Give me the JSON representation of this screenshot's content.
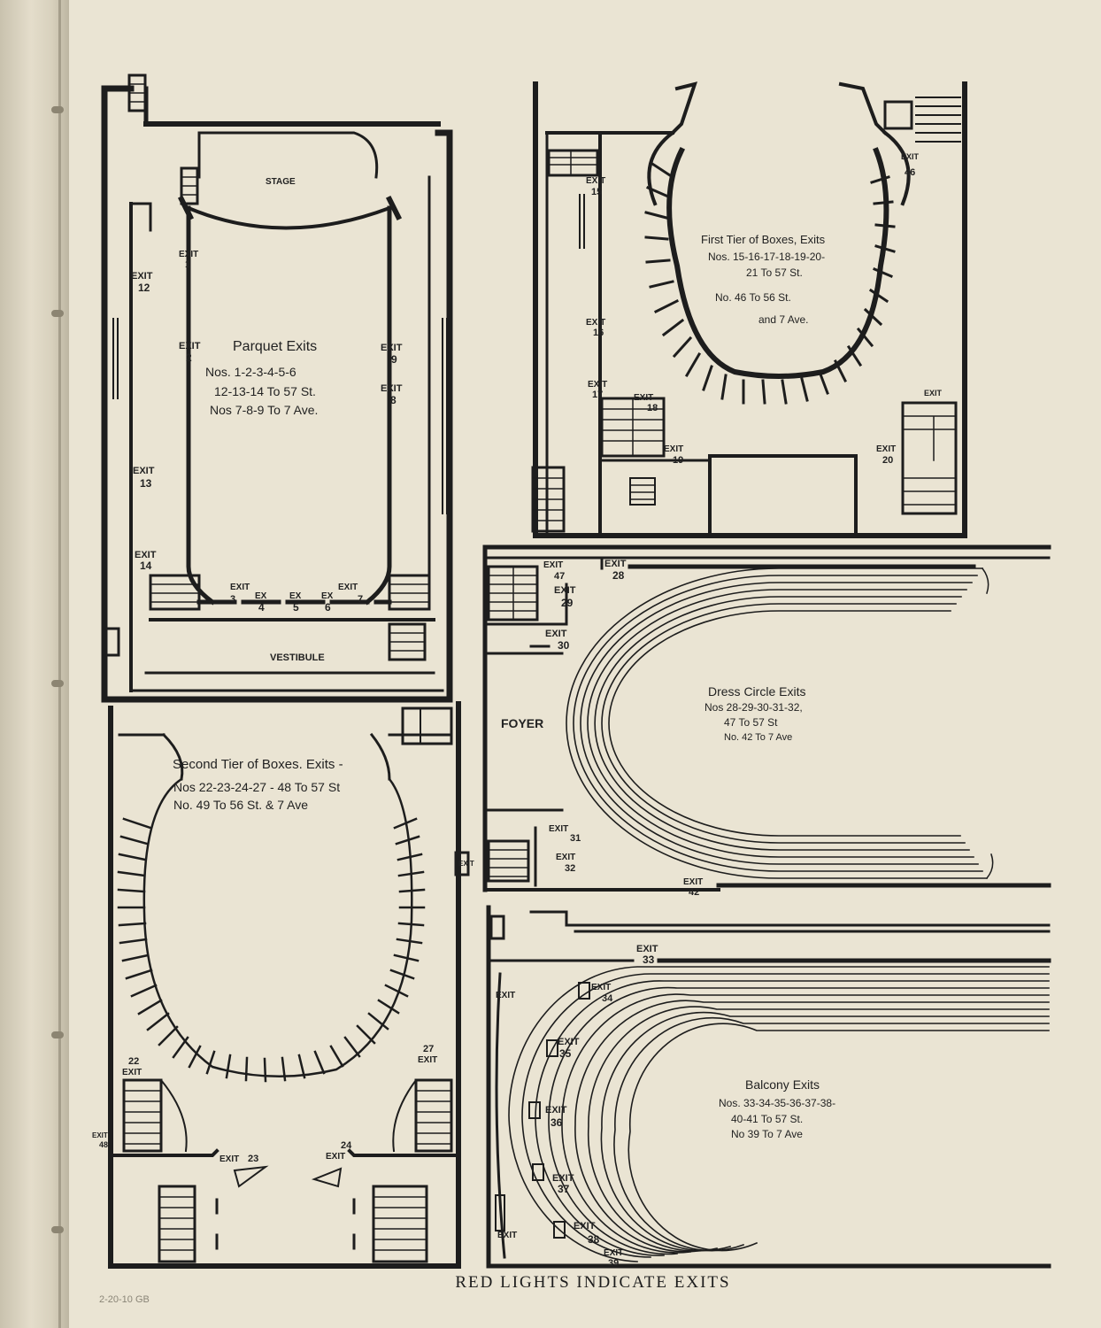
{
  "parquet": {
    "stage": "STAGE",
    "vestibule": "VESTIBULE",
    "title": "Parquet Exits",
    "line1": "Nos. 1-2-3-4-5-6",
    "line2": "12-13-14 To 57 St.",
    "line3": "Nos 7-8-9 To 7 Ave."
  },
  "first_tier": {
    "title": "First Tier of Boxes, Exits",
    "line1": "Nos. 15-16-17-18-19-20-",
    "line2": "21 To 57 St.",
    "line3": "No. 46 To 56 St.",
    "line4": "and 7 Ave."
  },
  "dress_circle": {
    "foyer": "FOYER",
    "title": "Dress Circle Exits",
    "line1": "Nos 28-29-30-31-32,",
    "line2": "47 To 57 St",
    "line3": "No. 42 To 7 Ave"
  },
  "second_tier": {
    "title": "Second Tier of Boxes. Exits -",
    "line1": "Nos 22-23-24-27 - 48 To 57 St",
    "line2": "No. 49 To 56 St. & 7 Ave"
  },
  "balcony": {
    "title": "Balcony Exits",
    "line1": "Nos. 33-34-35-36-37-38-",
    "line2": "40-41 To 57 St.",
    "line3": "No 39 To 7 Ave"
  },
  "exit_word": "EXIT",
  "ex_word": "EX",
  "exits": {
    "e1": "1",
    "e2": "2",
    "e3": "3",
    "e4": "4",
    "e5": "5",
    "e6": "6",
    "e7": "7",
    "e8": "8",
    "e9": "9",
    "e12": "12",
    "e13": "13",
    "e14": "14",
    "e15": "15",
    "e16": "16",
    "e17": "17",
    "e18": "18",
    "e19": "19",
    "e20": "20",
    "e22": "22",
    "e23": "23",
    "e24": "24",
    "e27": "27",
    "e28": "28",
    "e29": "29",
    "e30": "30",
    "e31": "31",
    "e32": "32",
    "e33": "33",
    "e34": "34",
    "e35": "35",
    "e36": "36",
    "e37": "37",
    "e38": "38",
    "e39": "39",
    "e42": "42",
    "e46": "46",
    "e47": "47",
    "e48": "48"
  },
  "caption": "RED LIGHTS INDICATE EXITS",
  "pencil_note": "2-20-10 GB"
}
